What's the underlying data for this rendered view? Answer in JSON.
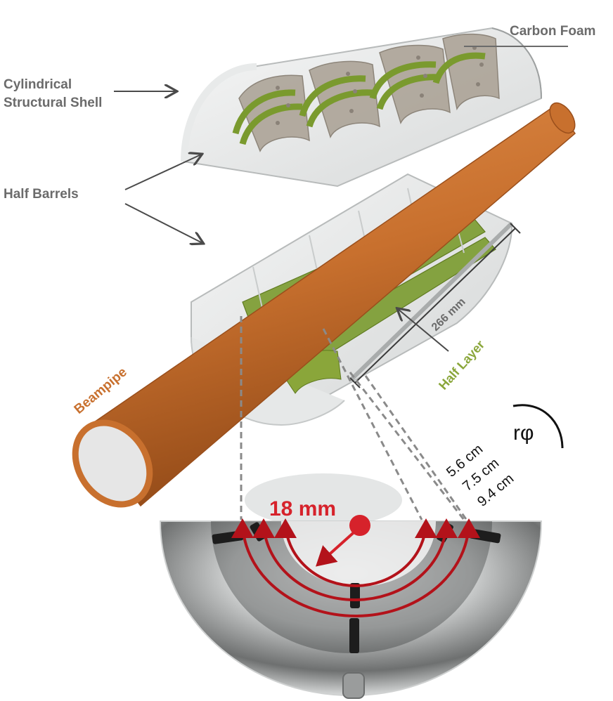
{
  "labels": {
    "carbon_foam": "Carbon Foam",
    "shell_line1": "Cylindrical",
    "shell_line2": "Structural Shell",
    "half_barrels": "Half Barrels",
    "beampipe": "Beampipe",
    "half_layer": "Half Layer",
    "length": "266 mm",
    "radius_inner": "18 mm",
    "r1": "5.6 cm",
    "r2": "7.5 cm",
    "r3": "9.4 cm",
    "rphi": "rφ"
  },
  "colors": {
    "label_gray": "#6b6b6b",
    "beampipe": "#c8702e",
    "beampipe_dark": "#9a4f1c",
    "sensor_green": "#7a9a2e",
    "half_layer_green": "#8aa63a",
    "red_arc": "#b3121a",
    "radius_dot": "#d6222b",
    "shell": "#d9dcdc",
    "foam": "#a89f92"
  },
  "icons": {
    "pointer": "arrow-icon"
  }
}
